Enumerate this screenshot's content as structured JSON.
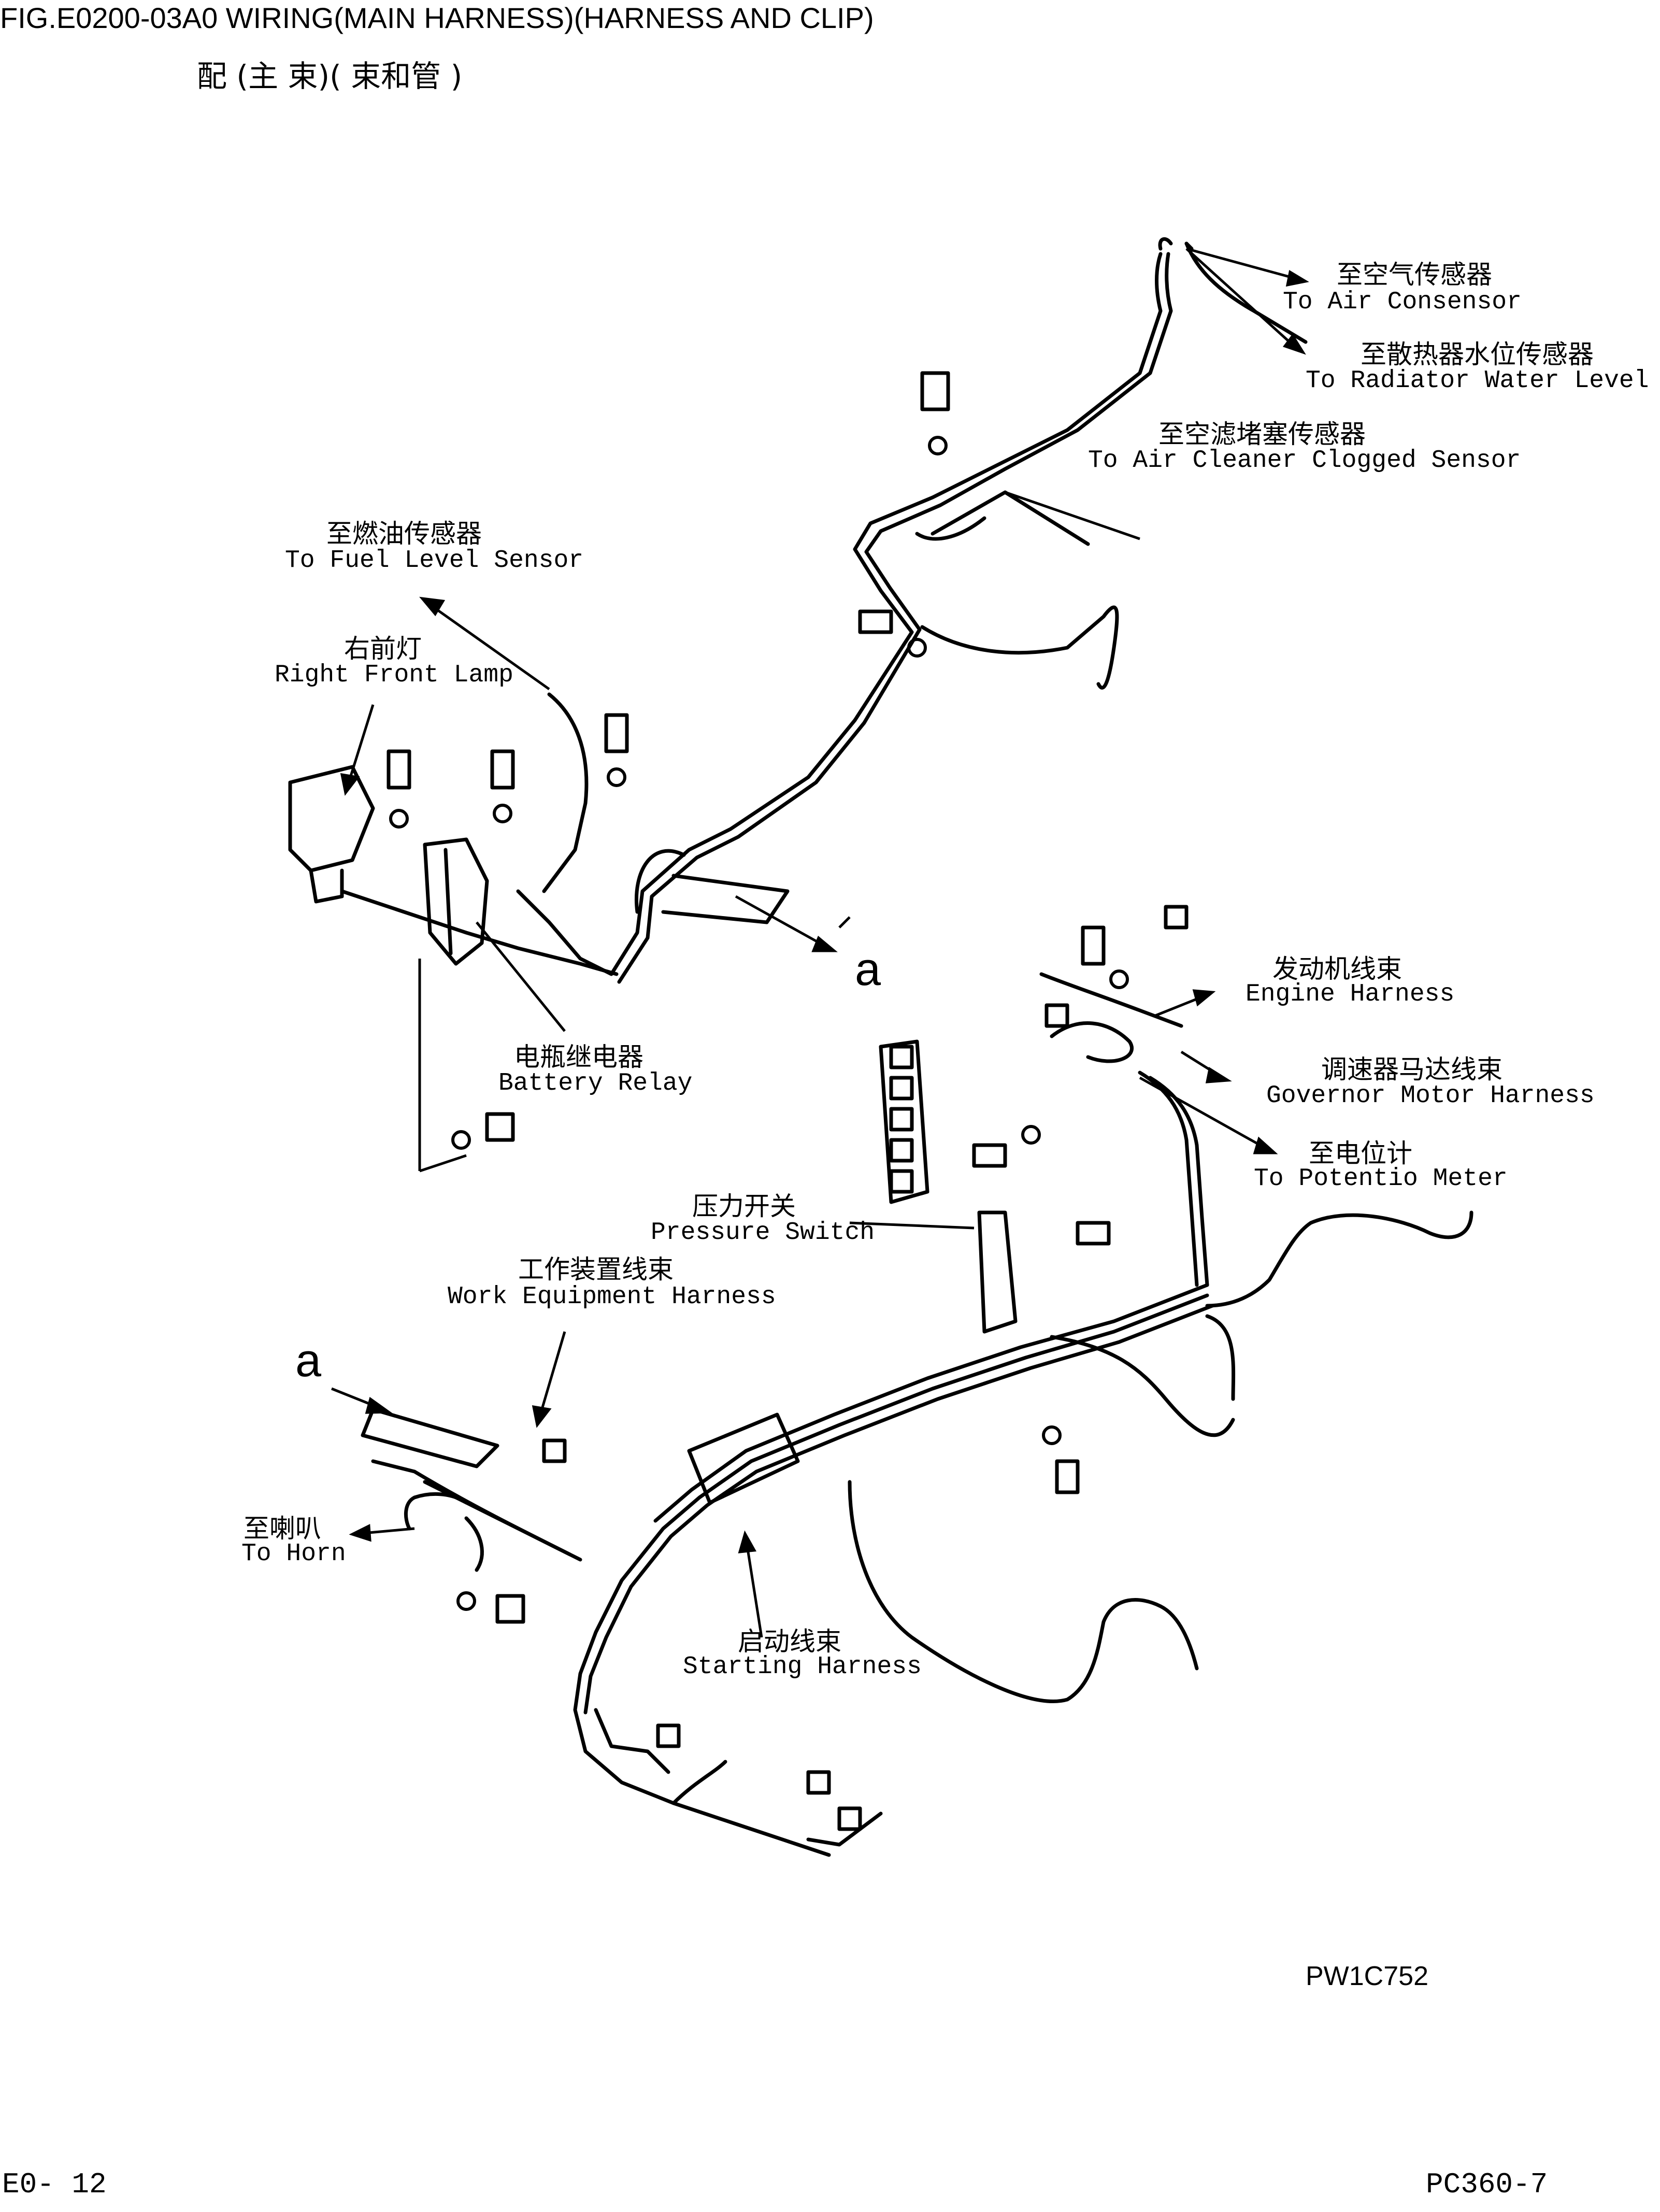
{
  "header": {
    "fig_line": "FIG.E0200-03A0    WIRING(MAIN HARNESS)(HARNESS AND CLIP)",
    "cn_line": "配 (主  束)(  束和管  )"
  },
  "labels": {
    "air_consensor_cn": "至空气传感器",
    "air_consensor_en": "To Air Consensor",
    "radiator_cn": "至散热器水位传感器",
    "radiator_en": "To Radiator Water Level Sen",
    "air_cleaner_cn": "至空滤堵塞传感器",
    "air_cleaner_en": "To Air Cleaner Clogged Sensor",
    "fuel_cn": "至燃油传感器",
    "fuel_en": "To Fuel Level Sensor",
    "lamp_cn": "右前灯",
    "lamp_en": "Right Front Lamp",
    "relay_cn": "电瓶继电器",
    "relay_en": "Battery Relay",
    "engine_cn": "发动机线束",
    "engine_en": "Engine Harness",
    "governor_cn": "调速器马达线束",
    "governor_en": "Governor Motor Harness",
    "potentio_cn": "至电位计",
    "potentio_en": "To Potentio Meter",
    "pressure_cn": "压力开关",
    "pressure_en": "Pressure Switch",
    "work_cn": "工作装置线束",
    "work_en": "Work Equipment Harness",
    "horn_cn": "至喇叭",
    "horn_en": "To Horn",
    "starting_cn": "启动线束",
    "starting_en": "Starting Harness",
    "ref_a_1": "a",
    "ref_a_2": "a"
  },
  "footer": {
    "drawing_no": "PW1C752",
    "page": "E0- 12",
    "model": "PC360-7"
  }
}
